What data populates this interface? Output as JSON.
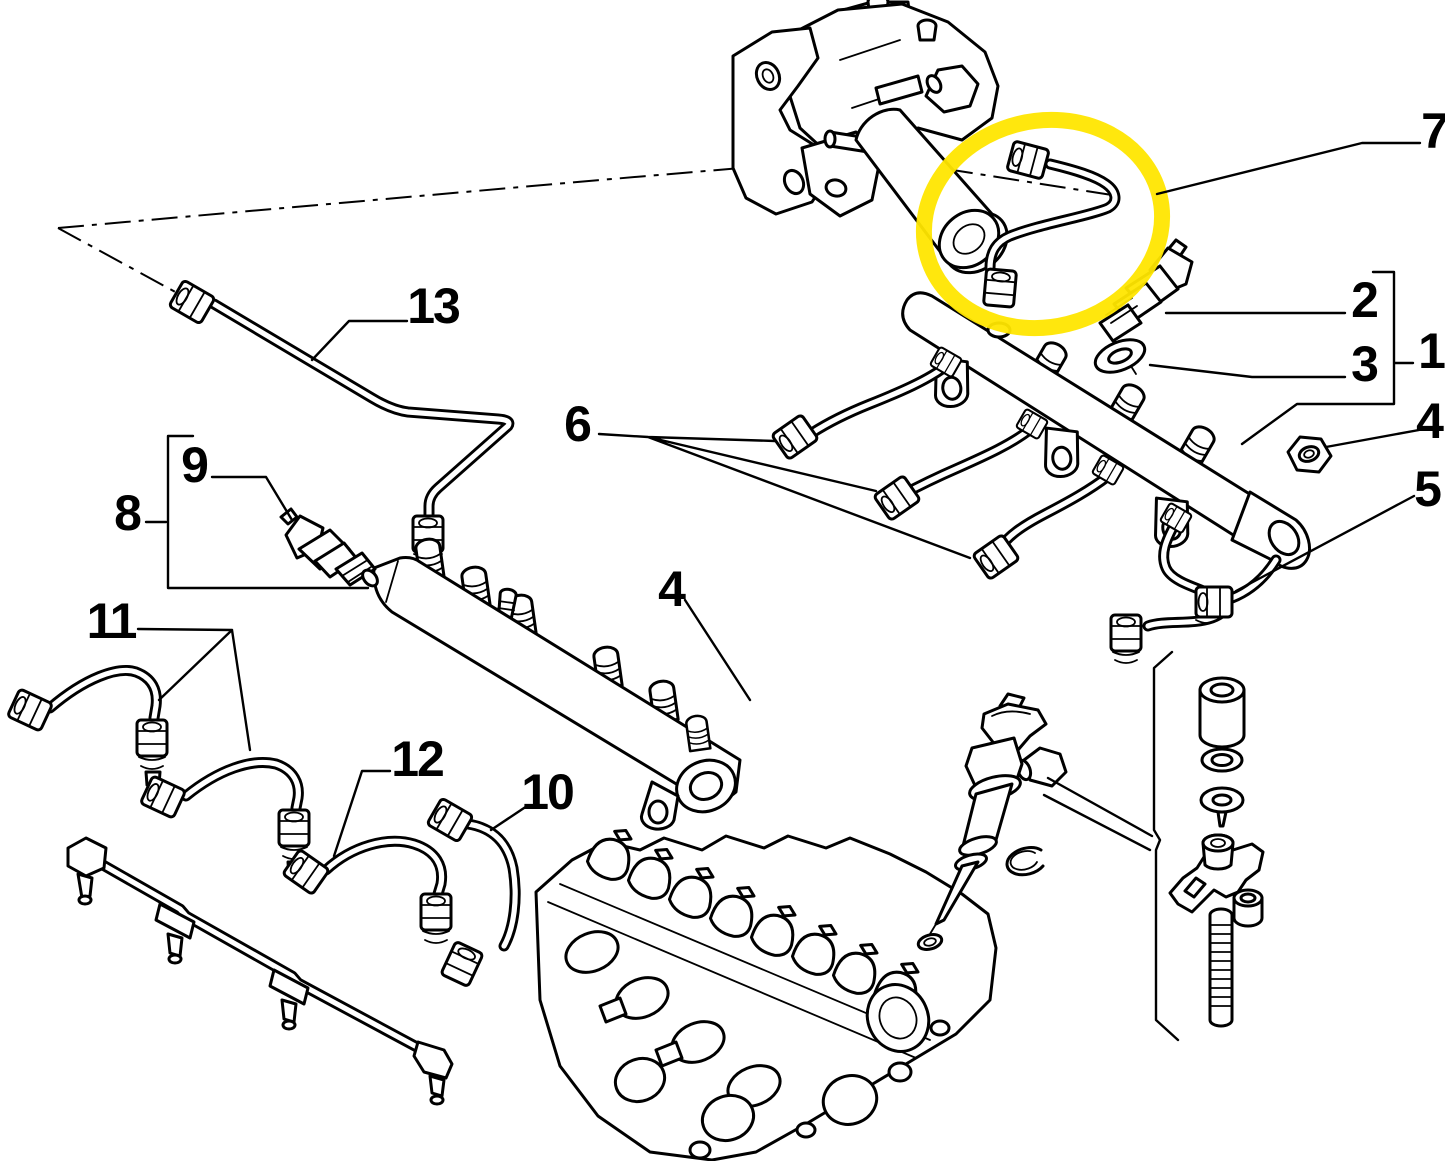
{
  "diagram": {
    "kind": "exploded-parts-diagram",
    "subject": "common-rail diesel fuel injection system (pump, rails, pipes, injector, cylinder head)",
    "background_color": "#ffffff",
    "line_color": "#000000",
    "highlight": {
      "color": "#ffe600",
      "shape": "hand-drawn ellipse",
      "around": "high-pressure pipe from pump to rail (callout 7)"
    }
  },
  "callouts": [
    {
      "text": "7",
      "points_to": "pump-to-rail high pressure pipe (highlighted)"
    },
    {
      "text": "2",
      "points_to": "pressure sensor"
    },
    {
      "text": "3",
      "points_to": "sealing washer"
    },
    {
      "text": "1",
      "points_to": "fuel rail assembly"
    },
    {
      "text": "4",
      "points_to": "nut"
    },
    {
      "text": "5",
      "points_to": "fuel pipe"
    },
    {
      "text": "6",
      "points_to": "injector fuel pipes"
    },
    {
      "text": "13",
      "points_to": "fuel supply pipe"
    },
    {
      "text": "9",
      "points_to": "pressure sensor"
    },
    {
      "text": "8",
      "points_to": "fuel rail with sensor"
    },
    {
      "text": "11",
      "points_to": "fuel pipes"
    },
    {
      "text": "12",
      "points_to": "fuel pipe"
    },
    {
      "text": "10",
      "points_to": "fuel pipe"
    },
    {
      "text": "4",
      "points_to": "nut"
    }
  ]
}
